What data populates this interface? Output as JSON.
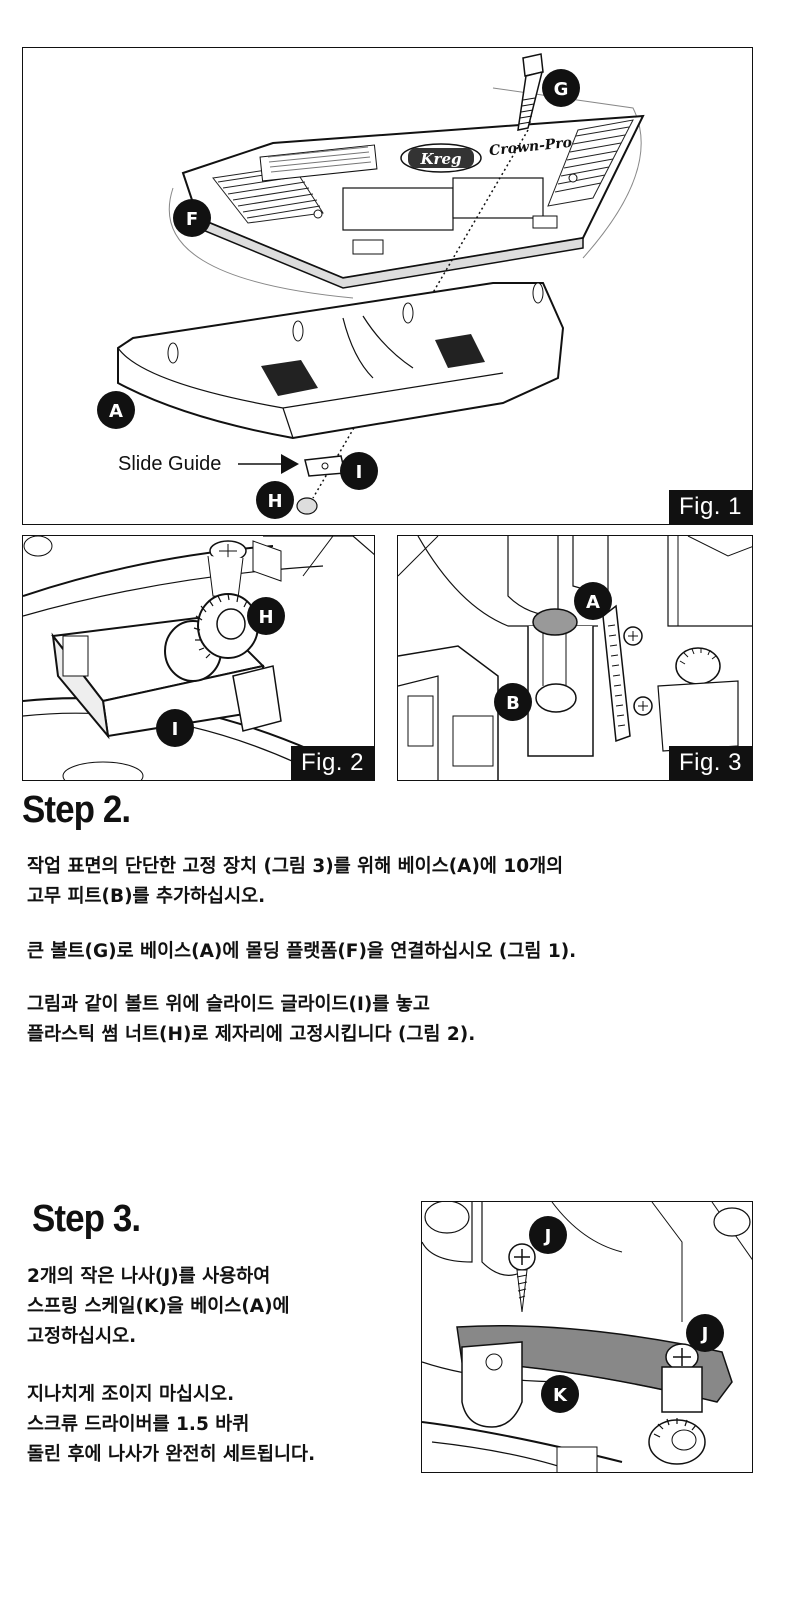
{
  "figures": {
    "fig1": {
      "tag": "Fig. 1",
      "callouts": {
        "g": "G",
        "f": "F",
        "a": "A",
        "i": "I",
        "h": "H"
      },
      "slide_guide_label": "Slide Guide",
      "logo_text": "Kreg",
      "product_text": "Crown-Pro"
    },
    "fig2": {
      "tag": "Fig. 2",
      "callouts": {
        "h": "H",
        "i": "I"
      }
    },
    "fig3": {
      "tag": "Fig. 3",
      "callouts": {
        "a": "A",
        "b": "B"
      }
    },
    "fig4": {
      "callouts": {
        "j1": "J",
        "j2": "J",
        "k": "K"
      }
    }
  },
  "step2": {
    "heading": "Step 2.",
    "paragraphs": [
      [
        "작업 표면의 단단한 고정 장치 (그림 3)를 위해 베이스(A)에 10개의",
        "고무 피트(B)를 추가하십시오."
      ],
      [
        "큰 볼트(G)로 베이스(A)에 몰딩 플랫폼(F)을 연결하십시오 (그림 1)."
      ],
      [
        "그림과 같이 볼트 위에 슬라이드 글라이드(I)를 놓고",
        "플라스틱 썸 너트(H)로 제자리에 고정시킵니다 (그림 2)."
      ]
    ]
  },
  "step3": {
    "heading": "Step 3.",
    "paragraphs": [
      [
        "2개의 작은 나사(J)를 사용하여",
        "스프링 스케일(K)을 베이스(A)에",
        "고정하십시오."
      ],
      [
        "지나치게 조이지 마십시오.",
        "스크류 드라이버를 1.5 바퀴",
        "돌린 후에 나사가 완전히 세트됩니다."
      ]
    ]
  }
}
